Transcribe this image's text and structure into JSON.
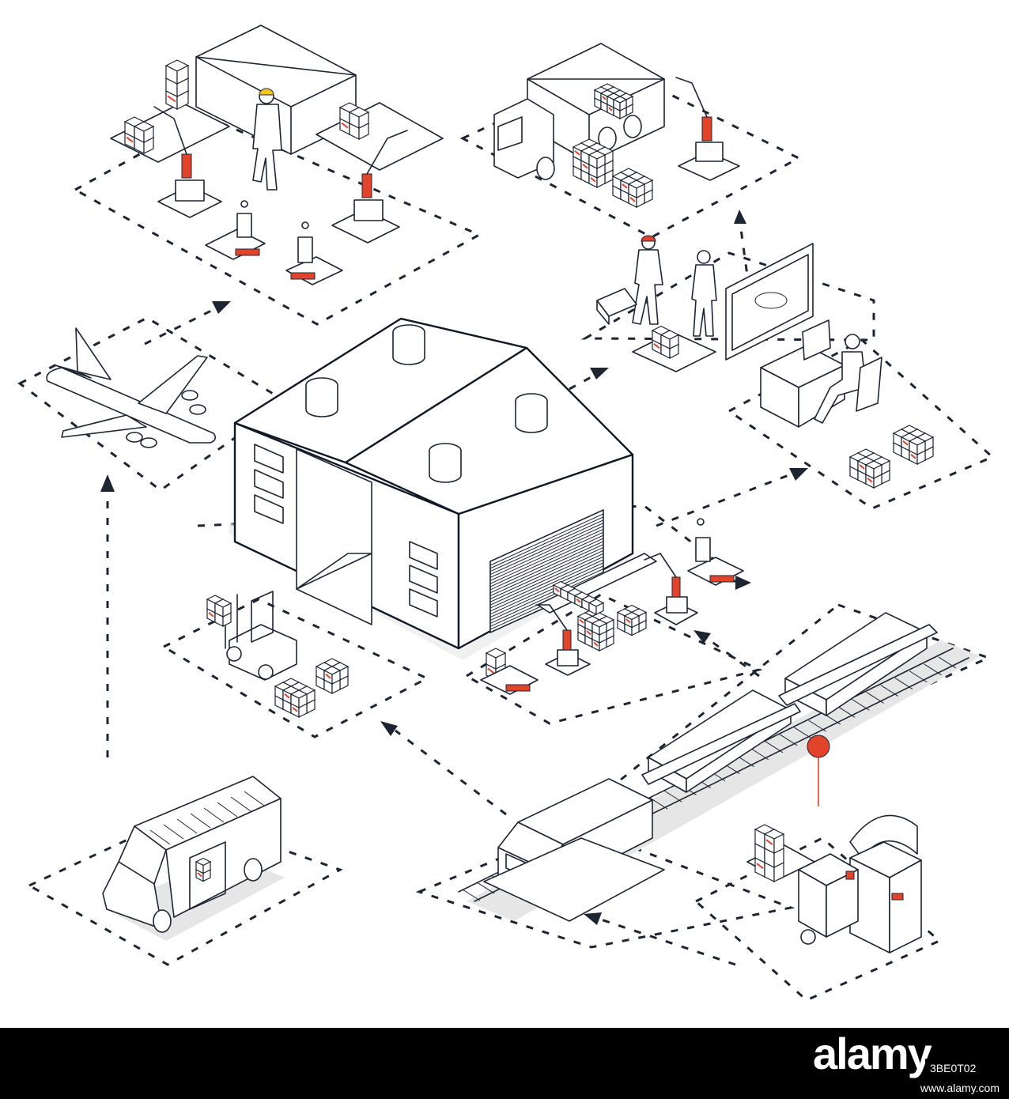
{
  "footer": {
    "logo": "alamy",
    "image_id": "3BE0T02",
    "url": "www.alamy.com"
  },
  "colors": {
    "line": "#1d2533",
    "accent": "#e2432b",
    "background": "#ffffff",
    "footer_background": "#000000"
  }
}
